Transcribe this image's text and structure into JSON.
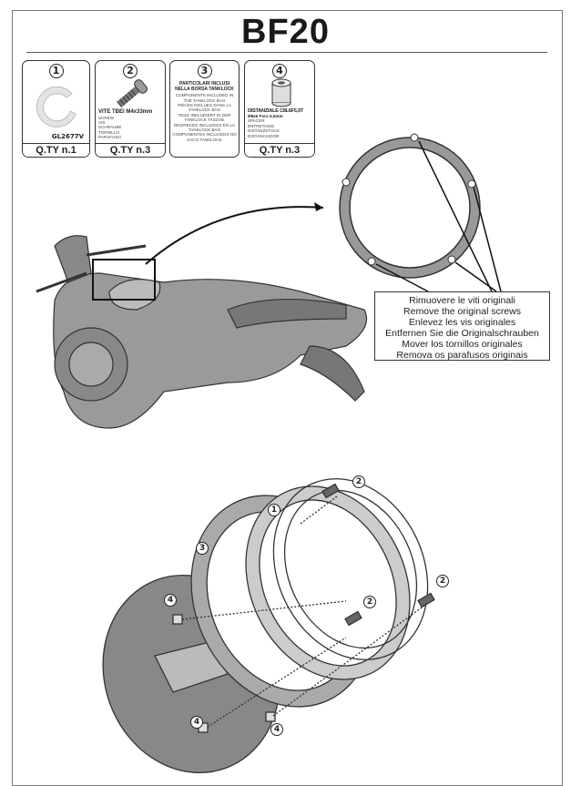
{
  "title": "BF20",
  "parts": [
    {
      "number": "1",
      "code": "GL2677V",
      "qty": "Q.TY n.1"
    },
    {
      "number": "2",
      "name": "VITE TBEI M4x33mm",
      "translations": [
        "SCREW",
        "VIS",
        "SCHRAUBE",
        "TORNILLO",
        "PARAFUSO"
      ],
      "qty": "Q.TY n.3"
    },
    {
      "number": "3",
      "heading": "PARTICOLARI INCLUSI NELLA BORSA TANKLOCK",
      "translations": [
        "COMPONENTS INCLUDED IN THE TANKLOCK BAG",
        "PIÈCES INCLUES DANS LA TANKLOCK BAG",
        "TEILE INKLUDIERT IN DER TANKLOCK TASCHE",
        "DESPIECES INCLUIDOS EN LA TANKLOCK BAG",
        "COMPONENTES INCLUIDOS NO SACO TANKLOCK"
      ]
    },
    {
      "number": "4",
      "name": "DISTANZIALE C8L6F5,5T",
      "spec": "Ø8x6 Foro 5,5mm",
      "translations": [
        "SPACER",
        "ENTRETOISE",
        "DISTANZSTÜCK",
        "DISTANCIADOR"
      ],
      "qty": "Q.TY n.3"
    }
  ],
  "callout": [
    "Rimuovere le viti originali",
    "Remove the original screws",
    "Enlevez  les vis originales",
    "Entfernen Sie die Originalschrauben",
    "Mover los tornillos originales",
    "Remova os parafusos originais"
  ],
  "assembly_labels": [
    "1",
    "2",
    "3",
    "4"
  ]
}
